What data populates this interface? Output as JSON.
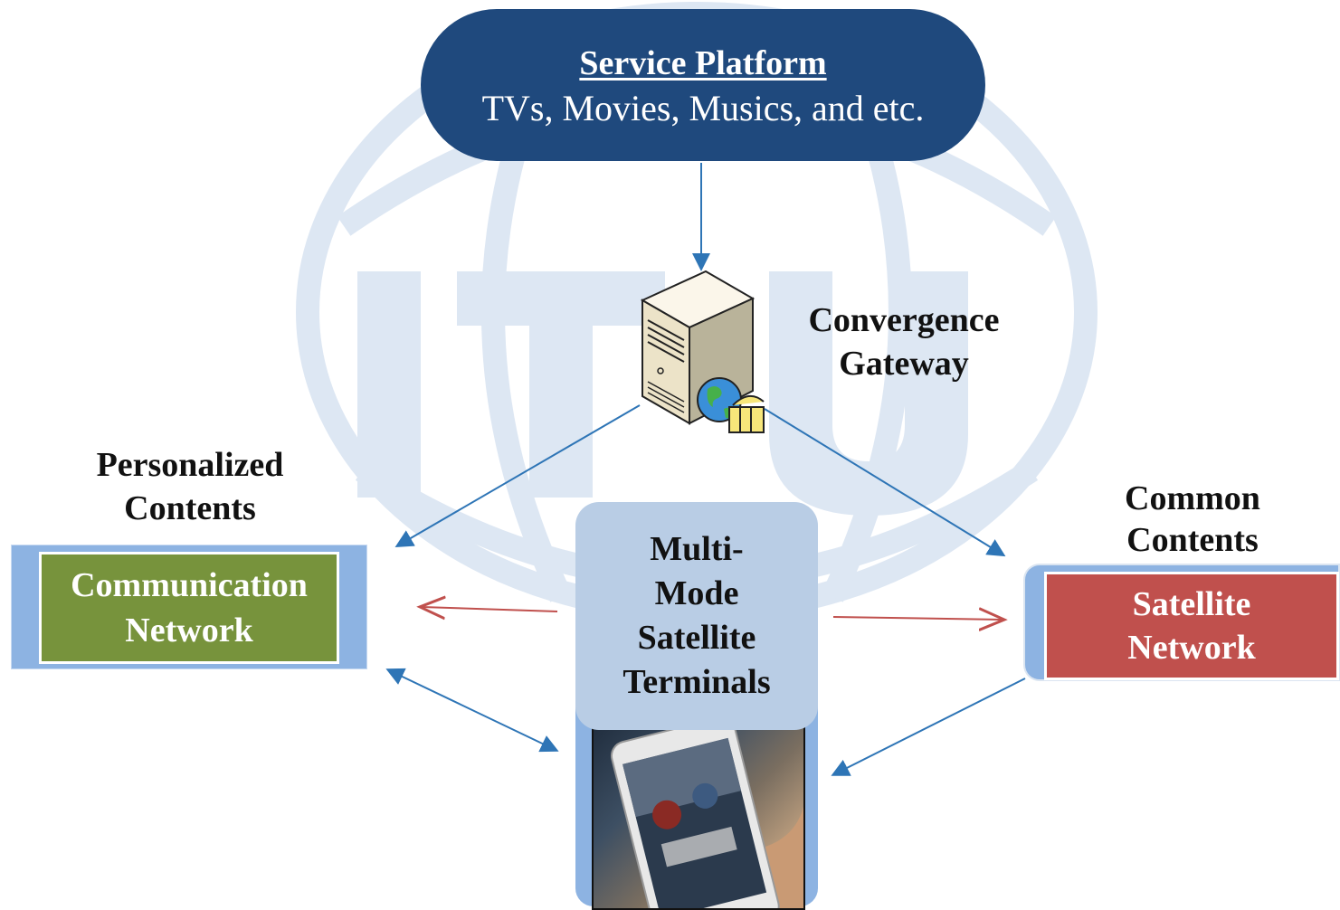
{
  "watermark": {
    "text": "ITU",
    "color": "#dbe5f1"
  },
  "service_platform": {
    "title": "Service Platform",
    "subtitle": "TVs, Movies, Musics, and etc.",
    "color": "#1f497d"
  },
  "convergence_gateway": {
    "line1": "Convergence",
    "line2": "Gateway"
  },
  "personalized_contents": {
    "line1": "Personalized",
    "line2": "Contents"
  },
  "communication_network": {
    "line1": "Communication",
    "line2": "Network",
    "color": "#77933c"
  },
  "common_contents": {
    "line1": "Common",
    "line2": "Contents"
  },
  "satellite_network": {
    "line1": "Satellite",
    "line2": "Network",
    "color": "#c0504d"
  },
  "terminal": {
    "line1": "Multi-",
    "line2": "Mode",
    "line3": "Satellite",
    "line4": "Terminals",
    "color": "#b9cde5"
  },
  "colors": {
    "arrow_blue": "#2e75b6",
    "arrow_red": "#c0504d",
    "frame_blue": "#8db3e2"
  }
}
